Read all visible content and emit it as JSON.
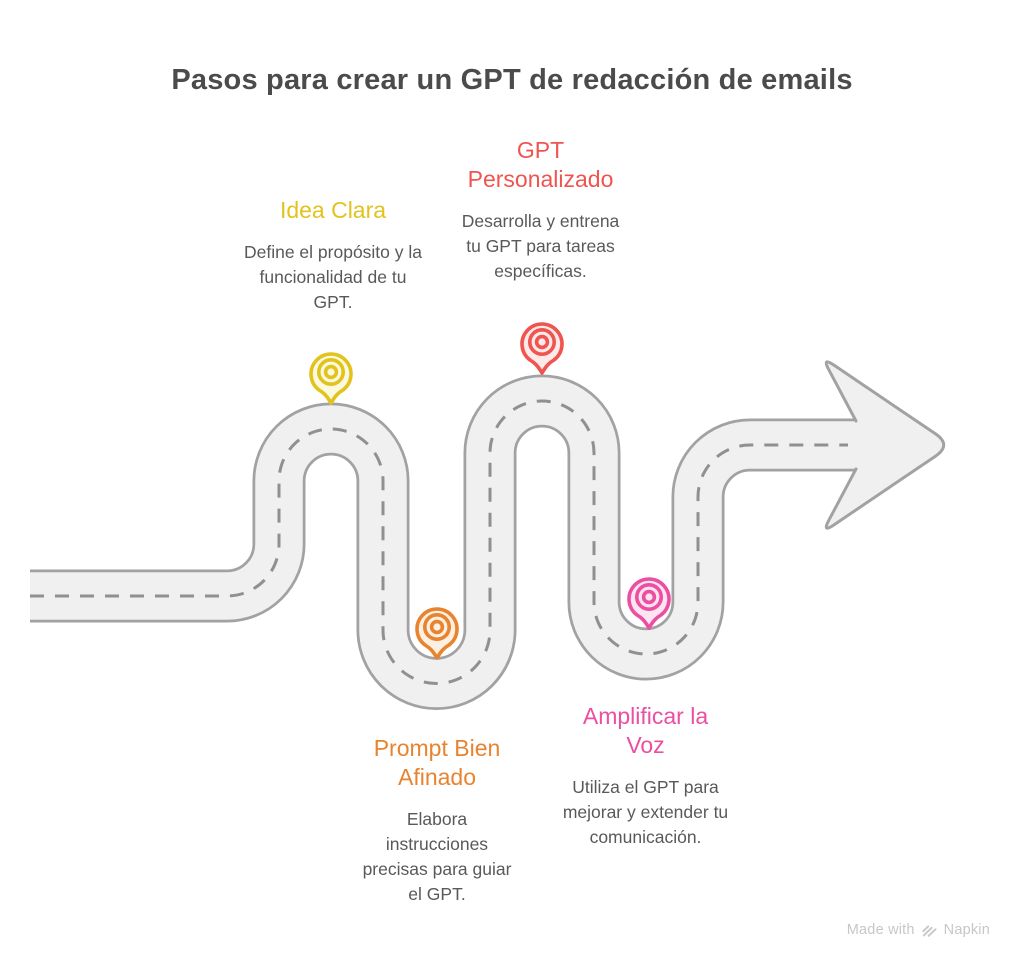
{
  "title": "Pasos para crear un GPT de redacción de emails",
  "steps": [
    {
      "title": "Idea Clara",
      "description": "Define el propósito y la funcionalidad de tu GPT.",
      "color": "#E2C31D",
      "tint": "#FCF9DF"
    },
    {
      "title": "GPT Personalizado",
      "description": "Desarrolla y entrena tu GPT para tareas específicas.",
      "color": "#F05450",
      "tint": "#FDE9E7"
    },
    {
      "title": "Prompt Bien Afinado",
      "description": "Elabora instrucciones precisas para guiar el GPT.",
      "color": "#E8842F",
      "tint": "#FDF0E3"
    },
    {
      "title": "Amplificar la Voz",
      "description": "Utiliza el GPT para mejorar y extender tu comunicación.",
      "color": "#EC4EA1",
      "tint": "#FCE4F1"
    }
  ],
  "road": {
    "fill": "#F0F0F1",
    "casing": "#A2A2A5",
    "dash": "#8F9093"
  },
  "footer": {
    "made_with": "Made with",
    "brand": "Napkin",
    "color": "#C7C7C9"
  }
}
